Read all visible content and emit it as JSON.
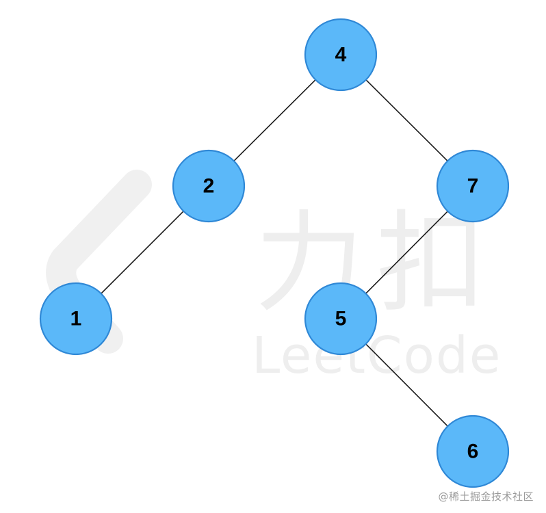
{
  "diagram": {
    "type": "binary-tree",
    "colors": {
      "node_fill": "#5bb8f9",
      "node_stroke": "#2f88d6",
      "edge": "#1a1a1a",
      "label": "#000000"
    },
    "nodes": [
      {
        "id": "n4",
        "label": "4"
      },
      {
        "id": "n2",
        "label": "2"
      },
      {
        "id": "n7",
        "label": "7"
      },
      {
        "id": "n1",
        "label": "1"
      },
      {
        "id": "n5",
        "label": "5"
      },
      {
        "id": "n6",
        "label": "6"
      }
    ],
    "edges": [
      {
        "from": "n4",
        "to": "n2"
      },
      {
        "from": "n4",
        "to": "n7"
      },
      {
        "from": "n2",
        "to": "n1"
      },
      {
        "from": "n7",
        "to": "n5"
      },
      {
        "from": "n5",
        "to": "n6"
      }
    ]
  },
  "watermark": {
    "cjk": "力扣",
    "latin": "LeetCode",
    "credit": "@稀土掘金技术社区"
  }
}
